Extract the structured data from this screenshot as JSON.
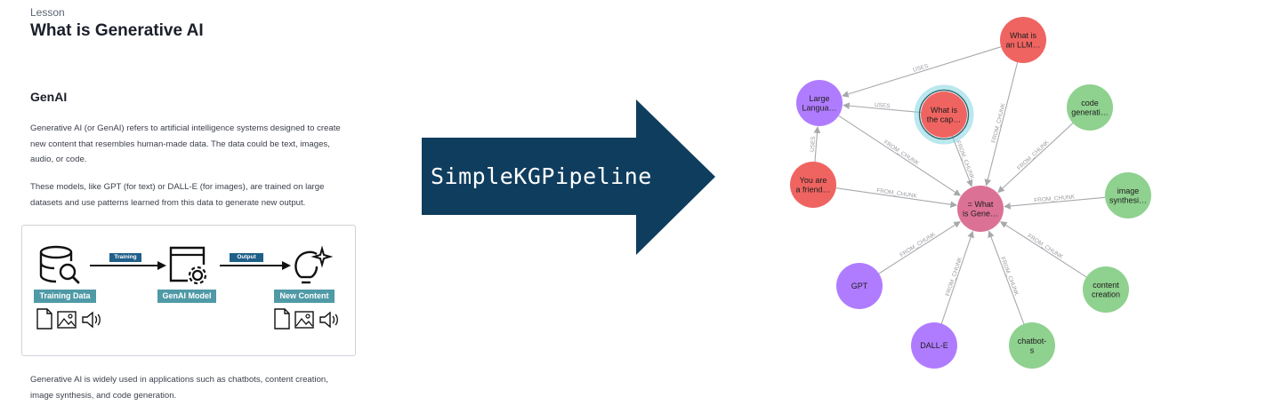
{
  "lesson": {
    "kicker": "Lesson",
    "title": "What is Generative AI",
    "section_heading": "GenAI",
    "paragraph_1": "Generative AI (or GenAI) refers to artificial intelligence systems designed to create new content that resembles human-made data. The data could be text, images, audio, or code.",
    "paragraph_2": "These models, like GPT (for text) or DALL-E (for images), are trained on large datasets and use patterns learned from this data to generate new output.",
    "paragraph_3": "Generative AI is widely used in applications such as chatbots, content creation, image synthesis, and code generation.",
    "diagram": {
      "training_data_label": "Training Data",
      "model_label": "GenAI Model",
      "new_content_label": "New Content",
      "training_arrow_label": "Training",
      "output_arrow_label": "Output",
      "icons": [
        "database-search-icon",
        "gear-window-icon",
        "lightbulb-sparkle-icon",
        "document-icon",
        "image-icon",
        "speaker-icon"
      ]
    }
  },
  "pipeline": {
    "label": "SimpleKGPipeline",
    "arrow_color": "#0f3d5e"
  },
  "graph": {
    "colors": {
      "red": "#ef6461",
      "purple": "#b07cff",
      "green": "#8fd18f",
      "pink": "#dc7196",
      "edge": "#a7a9ad",
      "selected_ring": "#7fd6e0"
    },
    "nodes": [
      {
        "id": "llm_q",
        "label_lines": [
          "What is",
          "an LLM…"
        ],
        "color": "red"
      },
      {
        "id": "llm",
        "label_lines": [
          "Large",
          "Langua…"
        ],
        "color": "purple"
      },
      {
        "id": "cap",
        "label_lines": [
          "What is",
          "the cap…"
        ],
        "color": "red",
        "selected": true
      },
      {
        "id": "code",
        "label_lines": [
          "code",
          "generati…"
        ],
        "color": "green"
      },
      {
        "id": "friend",
        "label_lines": [
          "You are",
          "a friend…"
        ],
        "color": "red"
      },
      {
        "id": "center",
        "label_lines": [
          "= What",
          "is Gene…"
        ],
        "color": "pink"
      },
      {
        "id": "image",
        "label_lines": [
          "image",
          "synthesi…"
        ],
        "color": "green"
      },
      {
        "id": "gpt",
        "label_lines": [
          "GPT"
        ],
        "color": "purple"
      },
      {
        "id": "content",
        "label_lines": [
          "content",
          "creation"
        ],
        "color": "green"
      },
      {
        "id": "dalle",
        "label_lines": [
          "DALL-E"
        ],
        "color": "purple"
      },
      {
        "id": "chatbots",
        "label_lines": [
          "chatbot-",
          "s"
        ],
        "color": "green"
      }
    ],
    "edges": [
      {
        "from": "llm_q",
        "to": "llm",
        "label": "USES"
      },
      {
        "from": "cap",
        "to": "llm",
        "label": "USES"
      },
      {
        "from": "friend",
        "to": "llm",
        "label": "USES"
      },
      {
        "from": "llm",
        "to": "center",
        "label": "FROM_CHUNK"
      },
      {
        "from": "llm_q",
        "to": "center",
        "label": "FROM_CHUNK"
      },
      {
        "from": "cap",
        "to": "center",
        "label": "FROM_CHUNK"
      },
      {
        "from": "code",
        "to": "center",
        "label": "FROM_CHUNK"
      },
      {
        "from": "friend",
        "to": "center",
        "label": "FROM_CHUNK"
      },
      {
        "from": "image",
        "to": "center",
        "label": "FROM_CHUNK"
      },
      {
        "from": "gpt",
        "to": "center",
        "label": "FROM_CHUNK"
      },
      {
        "from": "content",
        "to": "center",
        "label": "FROM_CHUNK"
      },
      {
        "from": "dalle",
        "to": "center",
        "label": "FROM_CHUNK"
      },
      {
        "from": "chatbots",
        "to": "center",
        "label": "FROM_CHUNK"
      }
    ]
  }
}
